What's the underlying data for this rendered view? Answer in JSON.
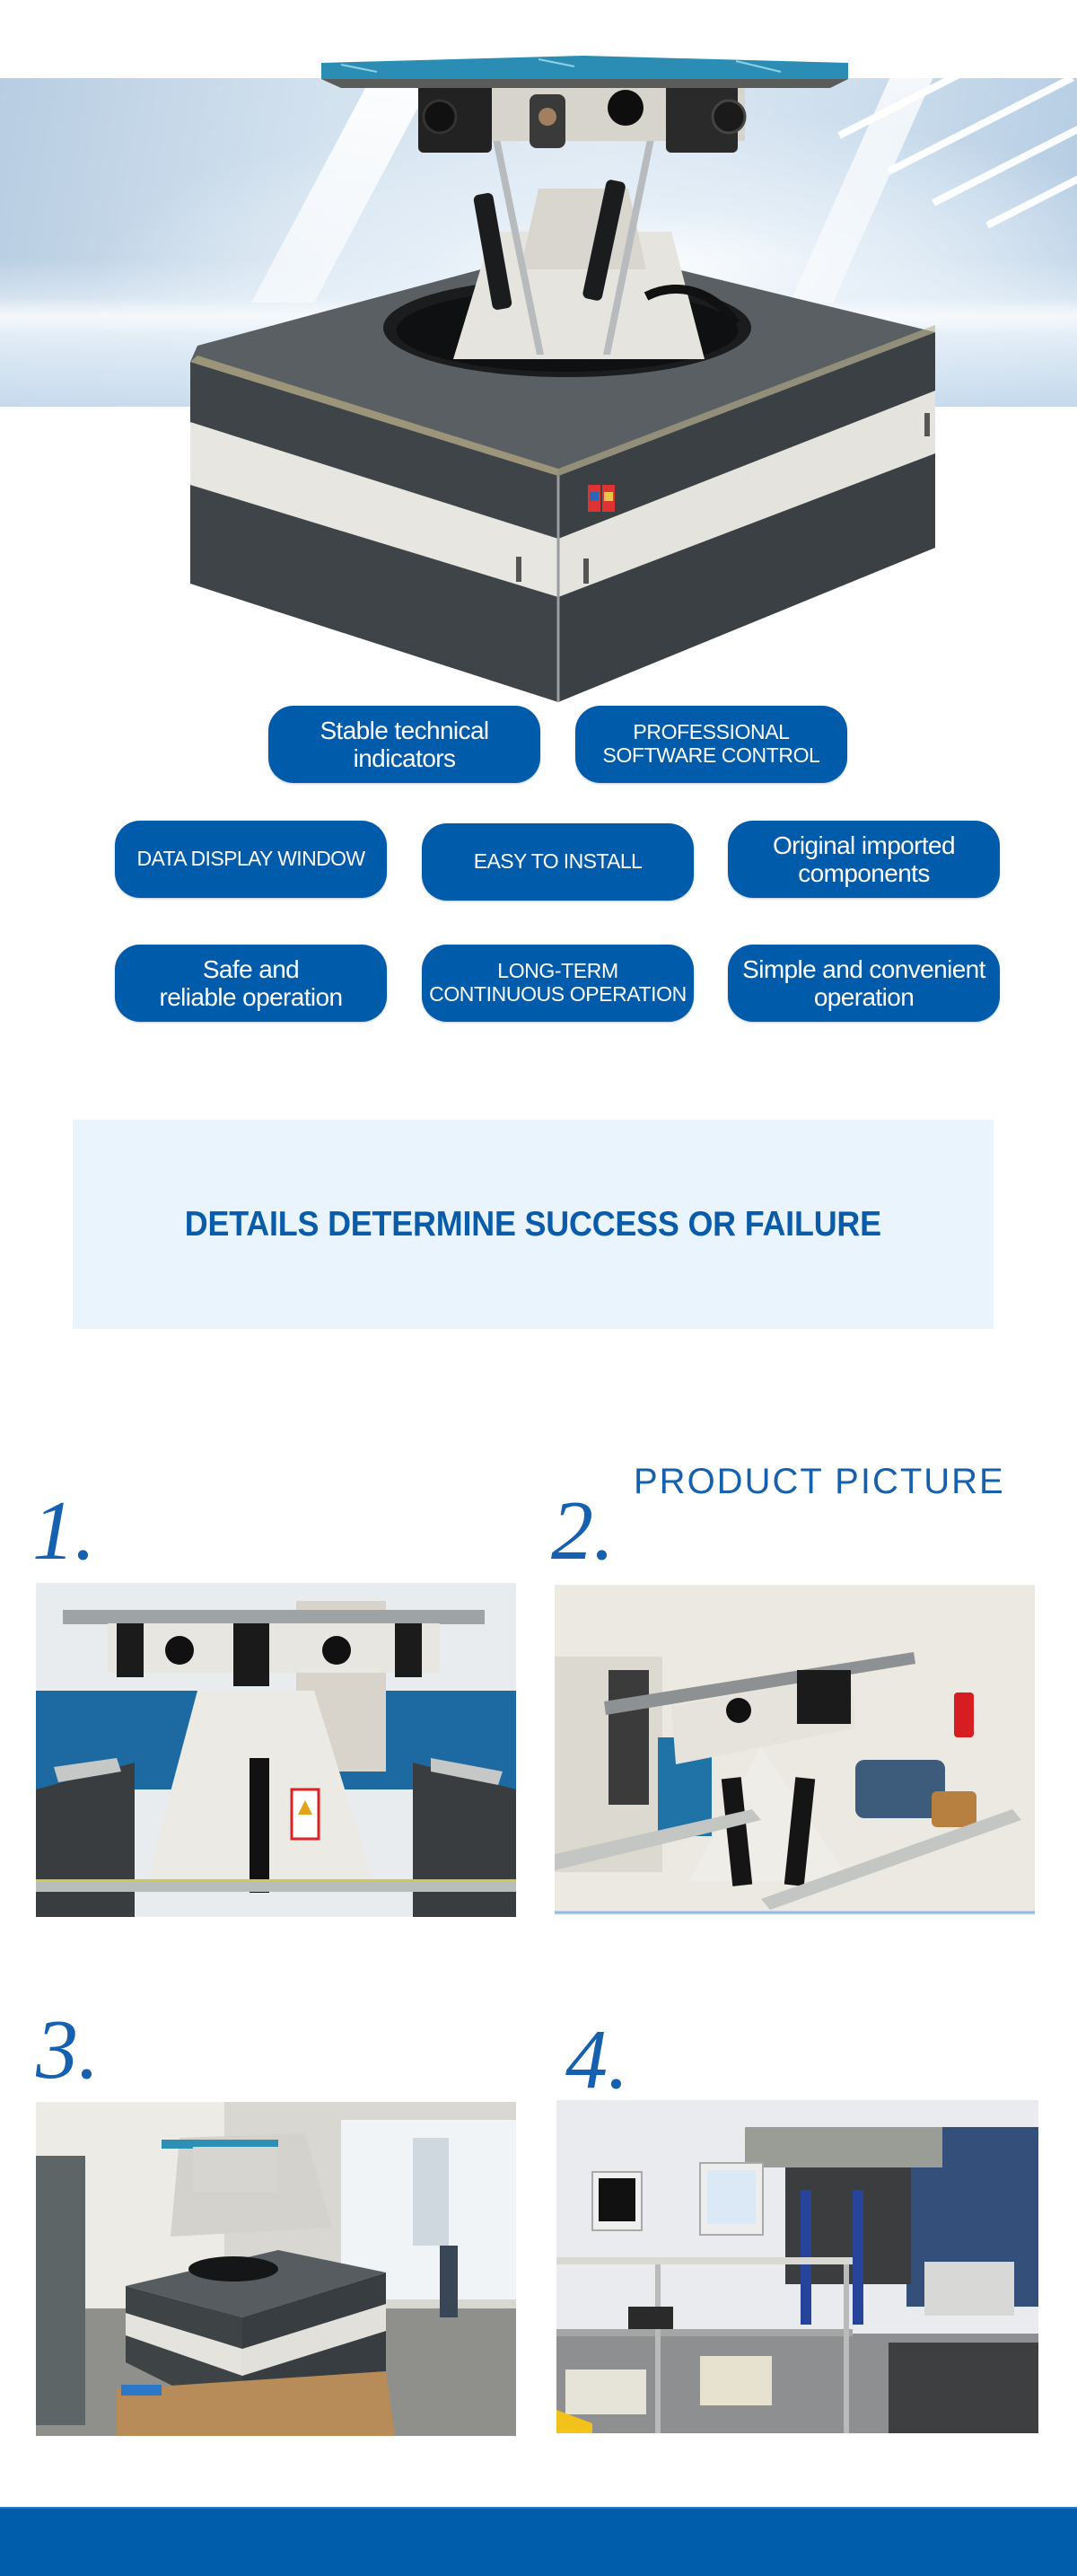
{
  "hero": {
    "image_alt": "Hydraulic multi-axis motion simulation platform on grey and white base",
    "colors": {
      "banner_light": "#D3E2EF",
      "banner_deep": "#B3CBE2",
      "table_top": "#2C8FB5"
    }
  },
  "features": {
    "pill_color": "#005BAA",
    "items": [
      {
        "lines": [
          "Stable technical",
          "indicators"
        ]
      },
      {
        "lines": [
          "PROFESSIONAL",
          "SOFTWARE CONTROL"
        ]
      },
      {
        "lines": [
          "DATA DISPLAY WINDOW"
        ]
      },
      {
        "lines": [
          "EASY TO INSTALL"
        ]
      },
      {
        "lines": [
          "Original imported",
          "components"
        ]
      },
      {
        "lines": [
          "Safe and",
          "reliable operation"
        ]
      },
      {
        "lines": [
          "LONG-TERM",
          "CONTINUOUS OPERATION"
        ]
      },
      {
        "lines": [
          "Simple and convenient",
          "operation"
        ]
      }
    ]
  },
  "highlight": {
    "title": "DETAILS DETERMINE SUCCESS OR FAILURE",
    "background": "#EAF4FC",
    "text_color": "#0A5BAA"
  },
  "product_pictures": {
    "title": "PRODUCT PICTURE",
    "items": [
      {
        "number": "1.",
        "alt": "Platform frame with actuators in workshop, blue wall"
      },
      {
        "number": "2.",
        "alt": "Tilted platform beam with hydraulic actuators and motor"
      },
      {
        "number": "3.",
        "alt": "Assembled platform on wooden pallet in factory hall"
      },
      {
        "number": "4.",
        "alt": "Test bench with computer monitors and control rack"
      }
    ]
  },
  "footer": {
    "color": "#005DAB"
  }
}
